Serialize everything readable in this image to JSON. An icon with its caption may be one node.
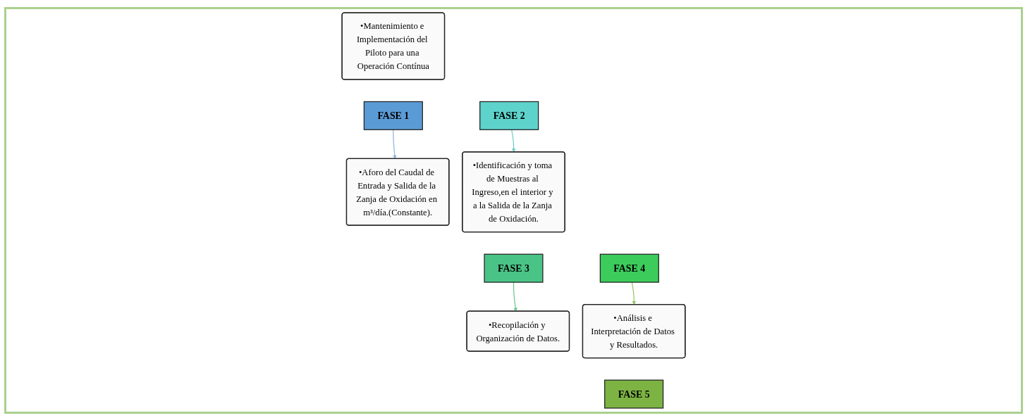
{
  "diagram": {
    "nodes": [
      {
        "text": [
          "•Mantenimiento e Implementación del Piloto para una Operación Contínua"
        ]
      },
      {
        "text": [
          "FASE 1"
        ]
      },
      {
        "text": [
          "FASE 2"
        ]
      },
      {
        "text": [
          "•Aforo del Caudal de Entrada y Salida de la Zanja de Oxidación en m³/día.(Constante)."
        ]
      },
      {
        "text": [
          "•Identificación y toma de Muestras al Ingreso,en el interior y a la Salida de la Zanja de Oxidación."
        ]
      },
      {
        "text": [
          "FASE 3"
        ]
      },
      {
        "text": [
          "FASE 4"
        ]
      },
      {
        "text": [
          "•Recopilación y Organización de Datos."
        ]
      },
      {
        "text": [
          "•Análisis e Interpretación de Datos y Resultados."
        ]
      },
      {
        "text": [
          "FASE 5"
        ]
      }
    ],
    "edges": [
      {
        "from": 1,
        "to": 3,
        "arrow": "to",
        "color": "#8fb4e3"
      },
      {
        "from": 2,
        "to": 4,
        "arrow": "to",
        "color": "#6fd0c8"
      },
      {
        "from": 5,
        "to": 7,
        "arrow": "to",
        "color": "#6cc98e"
      },
      {
        "from": 6,
        "to": 8,
        "arrow": "to",
        "color": "#93c66a"
      }
    ]
  }
}
